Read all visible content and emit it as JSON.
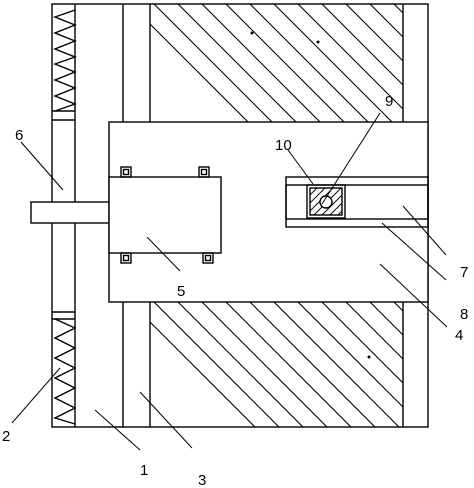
{
  "figure": {
    "labels": {
      "l1": "1",
      "l2": "2",
      "l3": "3",
      "l4": "4",
      "l5": "5",
      "l6": "6",
      "l7": "7",
      "l8": "8",
      "l9": "9",
      "l10": "10"
    },
    "colors": {
      "line": "#000000",
      "background": "#ffffff"
    }
  }
}
